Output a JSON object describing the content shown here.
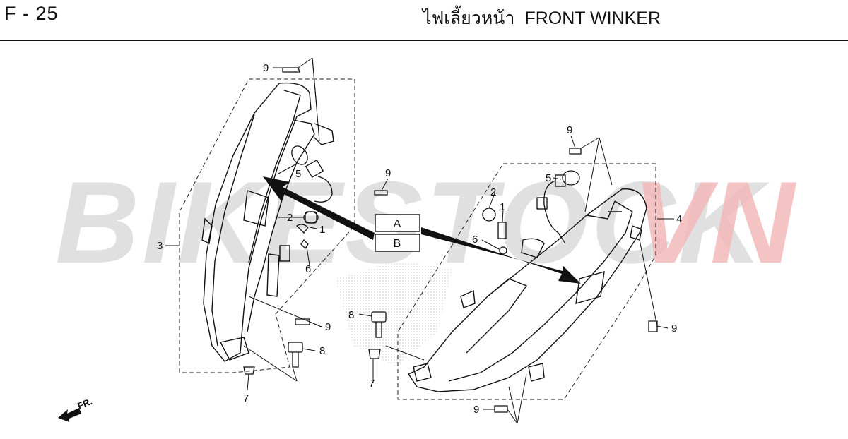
{
  "header": {
    "page_code": "F - 25",
    "title_thai": "ไฟเลี้ยวหน้า",
    "title_en": "FRONT WINKER"
  },
  "watermark": {
    "text": "BIKESTOCKVN",
    "color_primary": "#d9d9d9",
    "color_accent": "#f3b9b9"
  },
  "legend": {
    "a": "A",
    "b": "B"
  },
  "callouts": {
    "n1": "1",
    "n2": "2",
    "n3": "3",
    "n4": "4",
    "n5": "5",
    "n6": "6",
    "n7": "7",
    "n8": "8",
    "n9": "9"
  },
  "direction_marker": {
    "label": "FR."
  }
}
